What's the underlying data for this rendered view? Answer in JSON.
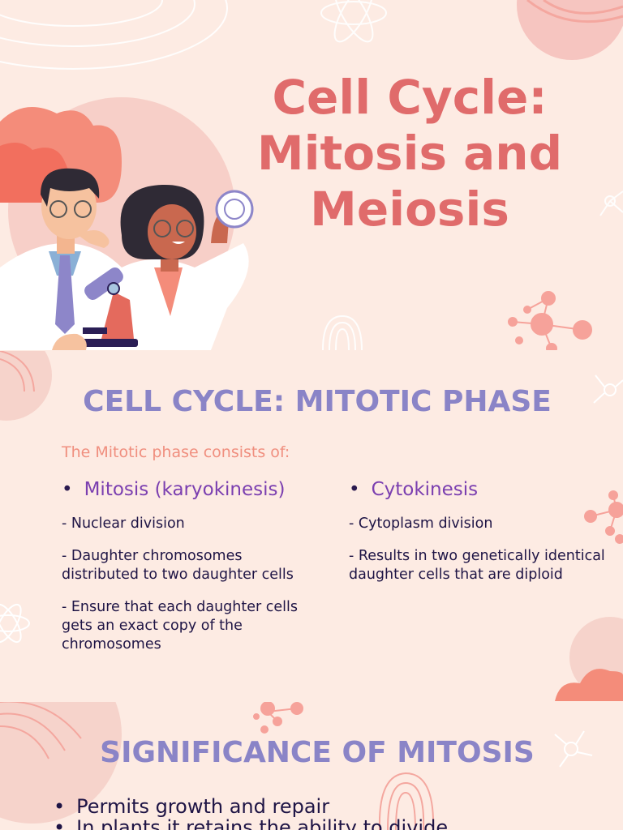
{
  "slide1": {
    "title_lines": [
      "Cell Cycle:",
      "Mitosis and",
      "Meiosis"
    ]
  },
  "slide2": {
    "heading": "CELL CYCLE: MITOTIC PHASE",
    "intro": "The Mitotic phase consists of:",
    "columns": [
      {
        "bullet": "Mitosis (karyokinesis)",
        "items": [
          "- Nuclear division",
          "- Daughter chromosomes|distributed to two daughter cells",
          "- Ensure that each daughter cells|gets an exact copy of the|chromosomes"
        ]
      },
      {
        "bullet": "Cytokinesis",
        "items": [
          "- Cytoplasm division",
          "- Results in two genetically identical|daughter cells that are diploid"
        ]
      }
    ]
  },
  "slide3": {
    "heading": "SIGNIFICANCE OF MITOSIS",
    "bullets": [
      "Permits growth and repair",
      "In plants it retains the ability to divide"
    ]
  },
  "colors": {
    "background": "#fdebe3",
    "title": "#e06b6b",
    "heading": "#8a84c7",
    "intro": "#f08f7f",
    "bullet": "#7b3fb0",
    "body": "#1e1445",
    "accent": "#f47e6a"
  },
  "icons": [
    "scientist-illustration",
    "microscope-icon",
    "molecule-icon",
    "fingerprint-icon",
    "atom-icon"
  ]
}
